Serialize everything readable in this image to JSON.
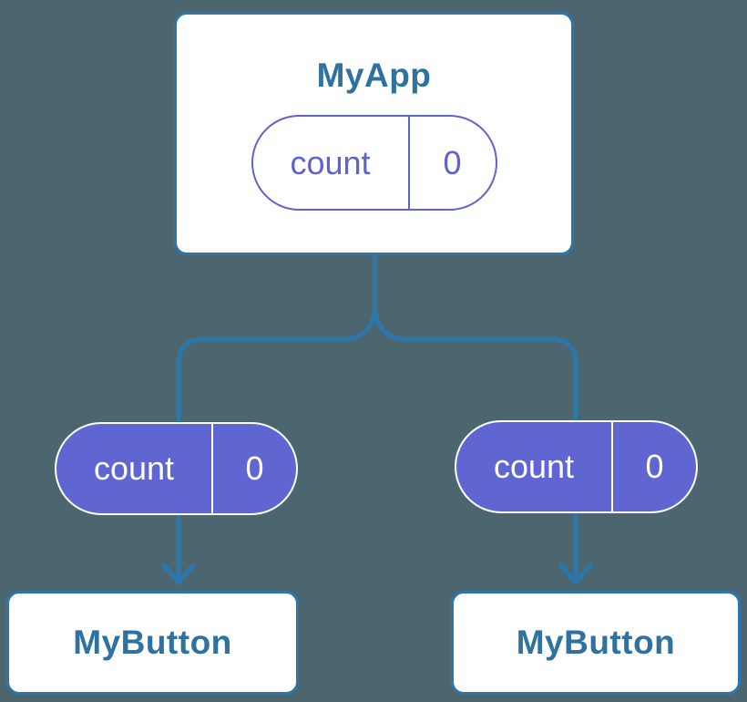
{
  "diagram": {
    "root": {
      "title": "MyApp",
      "state": {
        "key": "count",
        "value": "0"
      }
    },
    "children": [
      {
        "title": "MyButton",
        "prop": {
          "key": "count",
          "value": "0"
        }
      },
      {
        "title": "MyButton",
        "prop": {
          "key": "count",
          "value": "0"
        }
      }
    ]
  },
  "colors": {
    "background": "#4c6670",
    "line_blue": "#2d76ac",
    "node_text_blue": "#2f719f",
    "pill_purple_border": "#5e63d0",
    "pill_purple_fill": "#5f66d2",
    "card_fill": "#ffffff",
    "pill_text_light": "#ffffff"
  }
}
